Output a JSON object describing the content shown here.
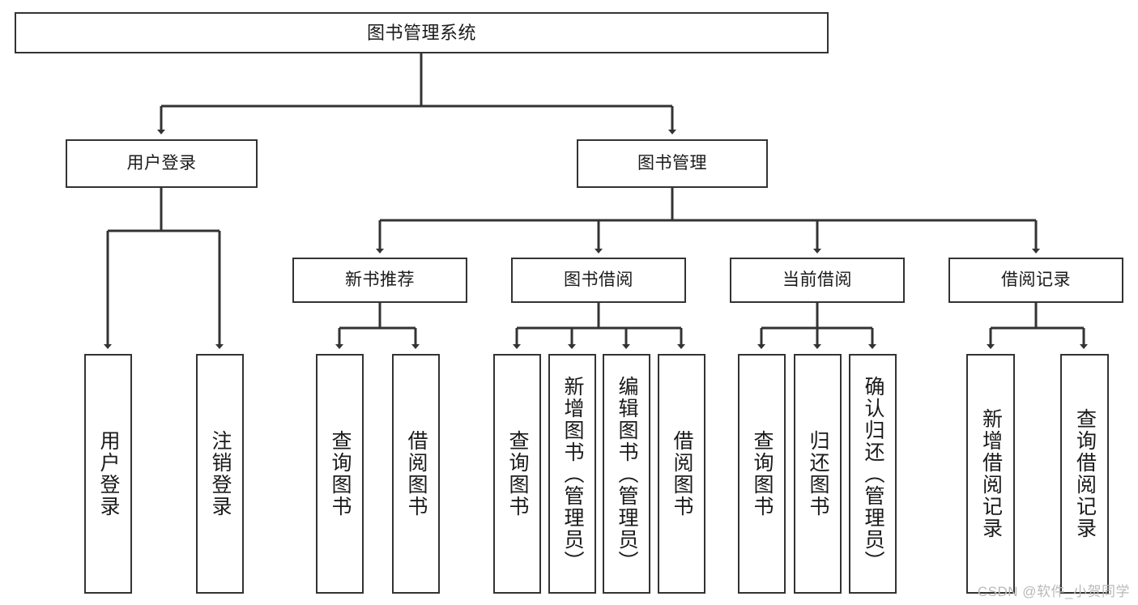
{
  "diagram": {
    "title": "图书管理系统",
    "type": "tree",
    "watermark": "CSDN @软件_小贺同学",
    "colors": {
      "box_border": "#333333",
      "box_fill": "#ffffff",
      "connector": "#333333",
      "text": "#1a1a1a",
      "watermark": "#b9b9b9"
    },
    "nodes": {
      "root": {
        "label": "图书管理系统"
      },
      "level2": [
        {
          "id": "user-login",
          "label": "用户登录"
        },
        {
          "id": "book-manage",
          "label": "图书管理"
        }
      ],
      "level3": [
        {
          "id": "new-book-rec",
          "label": "新书推荐"
        },
        {
          "id": "book-borrow",
          "label": "图书借阅"
        },
        {
          "id": "current-borrow",
          "label": "当前借阅"
        },
        {
          "id": "borrow-record",
          "label": "借阅记录"
        }
      ],
      "leaves": {
        "user_login": [
          {
            "id": "leaf-user-login",
            "label": "用户登录"
          },
          {
            "id": "leaf-logout",
            "label": "注销登录"
          }
        ],
        "new_book_rec": [
          {
            "id": "leaf-query-book-1",
            "label": "查询图书"
          },
          {
            "id": "leaf-borrow-book-1",
            "label": "借阅图书"
          }
        ],
        "book_borrow": [
          {
            "id": "leaf-query-book-2",
            "label": "查询图书"
          },
          {
            "id": "leaf-add-book",
            "label": "新增图书（管理员）"
          },
          {
            "id": "leaf-edit-book",
            "label": "编辑图书（管理员）"
          },
          {
            "id": "leaf-borrow-book-2",
            "label": "借阅图书"
          }
        ],
        "current_borrow": [
          {
            "id": "leaf-query-book-3",
            "label": "查询图书"
          },
          {
            "id": "leaf-return-book",
            "label": "归还图书"
          },
          {
            "id": "leaf-confirm-return",
            "label": "确认归还（管理员）"
          }
        ],
        "borrow_record": [
          {
            "id": "leaf-add-record",
            "label": "新增借阅记录"
          },
          {
            "id": "leaf-query-record",
            "label": "查询借阅记录"
          }
        ]
      }
    }
  }
}
